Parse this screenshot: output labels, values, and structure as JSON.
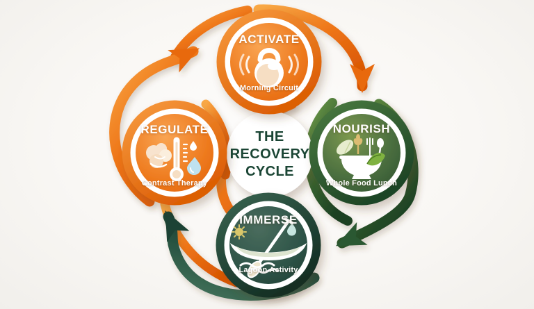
{
  "diagram": {
    "center_label": "THE\nRECOVERY\nCYCLE",
    "steps": [
      {
        "id": "activate",
        "label": "ACTIVATE",
        "sublabel": "Morning Circuit",
        "icon": "kettlebell-icon",
        "theme_color": "#ED7117"
      },
      {
        "id": "nourish",
        "label": "NOURISH",
        "sublabel": "Whole Food Lunch",
        "icon": "nutrition-bowl-icon",
        "theme_color": "#45693A"
      },
      {
        "id": "immerse",
        "label": "IMMERSE",
        "sublabel": "Lagoon Activity",
        "icon": "canoe-icon",
        "theme_color": "#2C5245"
      },
      {
        "id": "regulate",
        "label": "REGULATE",
        "sublabel": "Contrast Therapy",
        "icon": "contrast-therapy-icon",
        "theme_color": "#ED7117"
      }
    ],
    "arrows": [
      {
        "from": "REGULATE",
        "to": "ACTIVATE",
        "color": "#E8690C"
      },
      {
        "from": "ACTIVATE",
        "to": "NOURISH",
        "color": "#E8690C"
      },
      {
        "from": "NOURISH",
        "to": "IMMERSE",
        "color": "#2C5831"
      },
      {
        "from": "IMMERSE",
        "to": "REGULATE",
        "color": "#1D4334"
      }
    ],
    "colors": {
      "orange": "#ED7117",
      "green": "#3F6436",
      "forest": "#24483A",
      "center_text": "#1A4534",
      "background": "#F8F6F3"
    }
  }
}
